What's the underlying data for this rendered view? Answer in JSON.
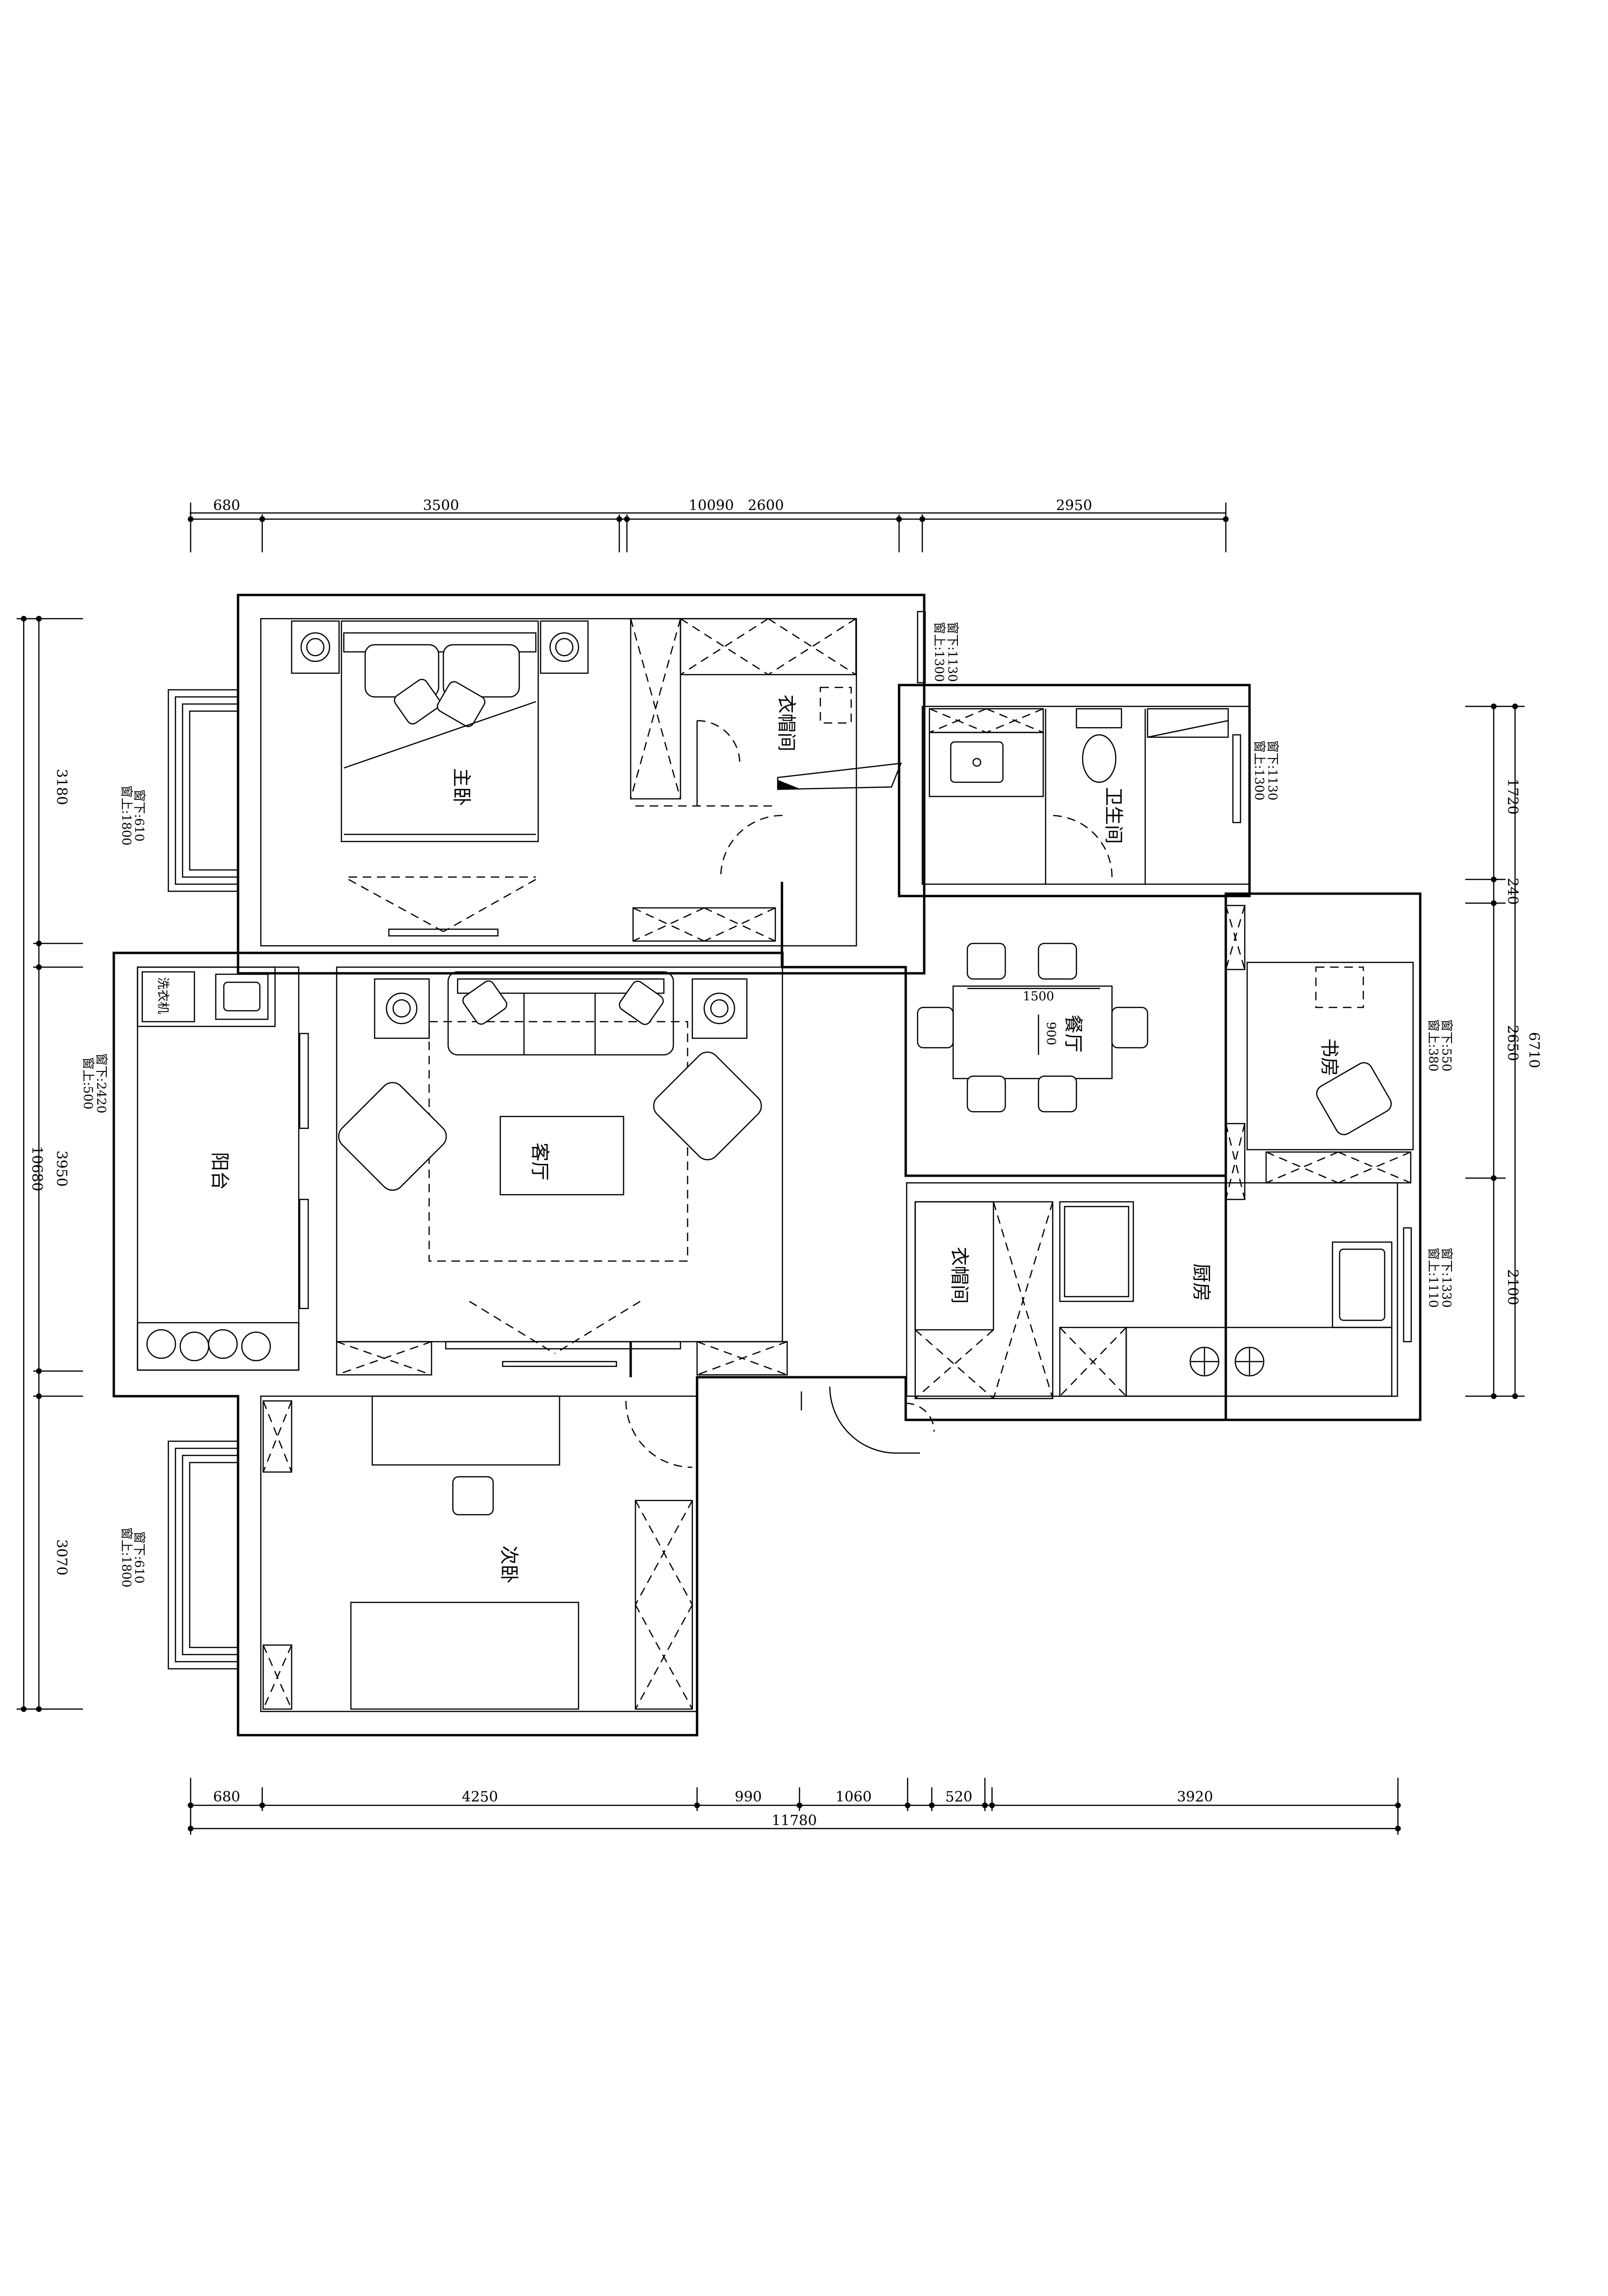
{
  "dimensions": {
    "top": [
      "680",
      "3500",
      "10090",
      "2600",
      "2950"
    ],
    "bottom": [
      "680",
      "4250",
      "990",
      "1060",
      "520",
      "3920"
    ],
    "bottom_total": "11780",
    "left": [
      "3180",
      "3950",
      "10680",
      "3070"
    ],
    "right": [
      "1720",
      "240",
      "2650",
      "6710",
      "2100"
    ]
  },
  "rooms": {
    "master_bedroom": "主卧",
    "closet_top": "衣帽间",
    "bathroom": "卫生间",
    "dining": "餐厅",
    "study": "书房",
    "living": "客厅",
    "balcony": "阳台",
    "washer": "洗衣机",
    "closet_mid": "衣帽间",
    "kitchen": "厨房",
    "second_bedroom": "次卧"
  },
  "table_dims": {
    "length": "1500",
    "width": "900"
  },
  "window_notes": {
    "master_left": [
      "窗下:610",
      "窗上:1800"
    ],
    "closet_top": [
      "窗下:1130",
      "窗上:1300"
    ],
    "bathroom": [
      "窗下:1130",
      "窗上:1300"
    ],
    "balcony": [
      "窗下:2420",
      "窗上:500"
    ],
    "study": [
      "窗下:550",
      "窗上:380"
    ],
    "kitchen": [
      "窗下:1330",
      "窗上:1110"
    ],
    "second_left": [
      "窗下:610",
      "窗上:1800"
    ]
  }
}
